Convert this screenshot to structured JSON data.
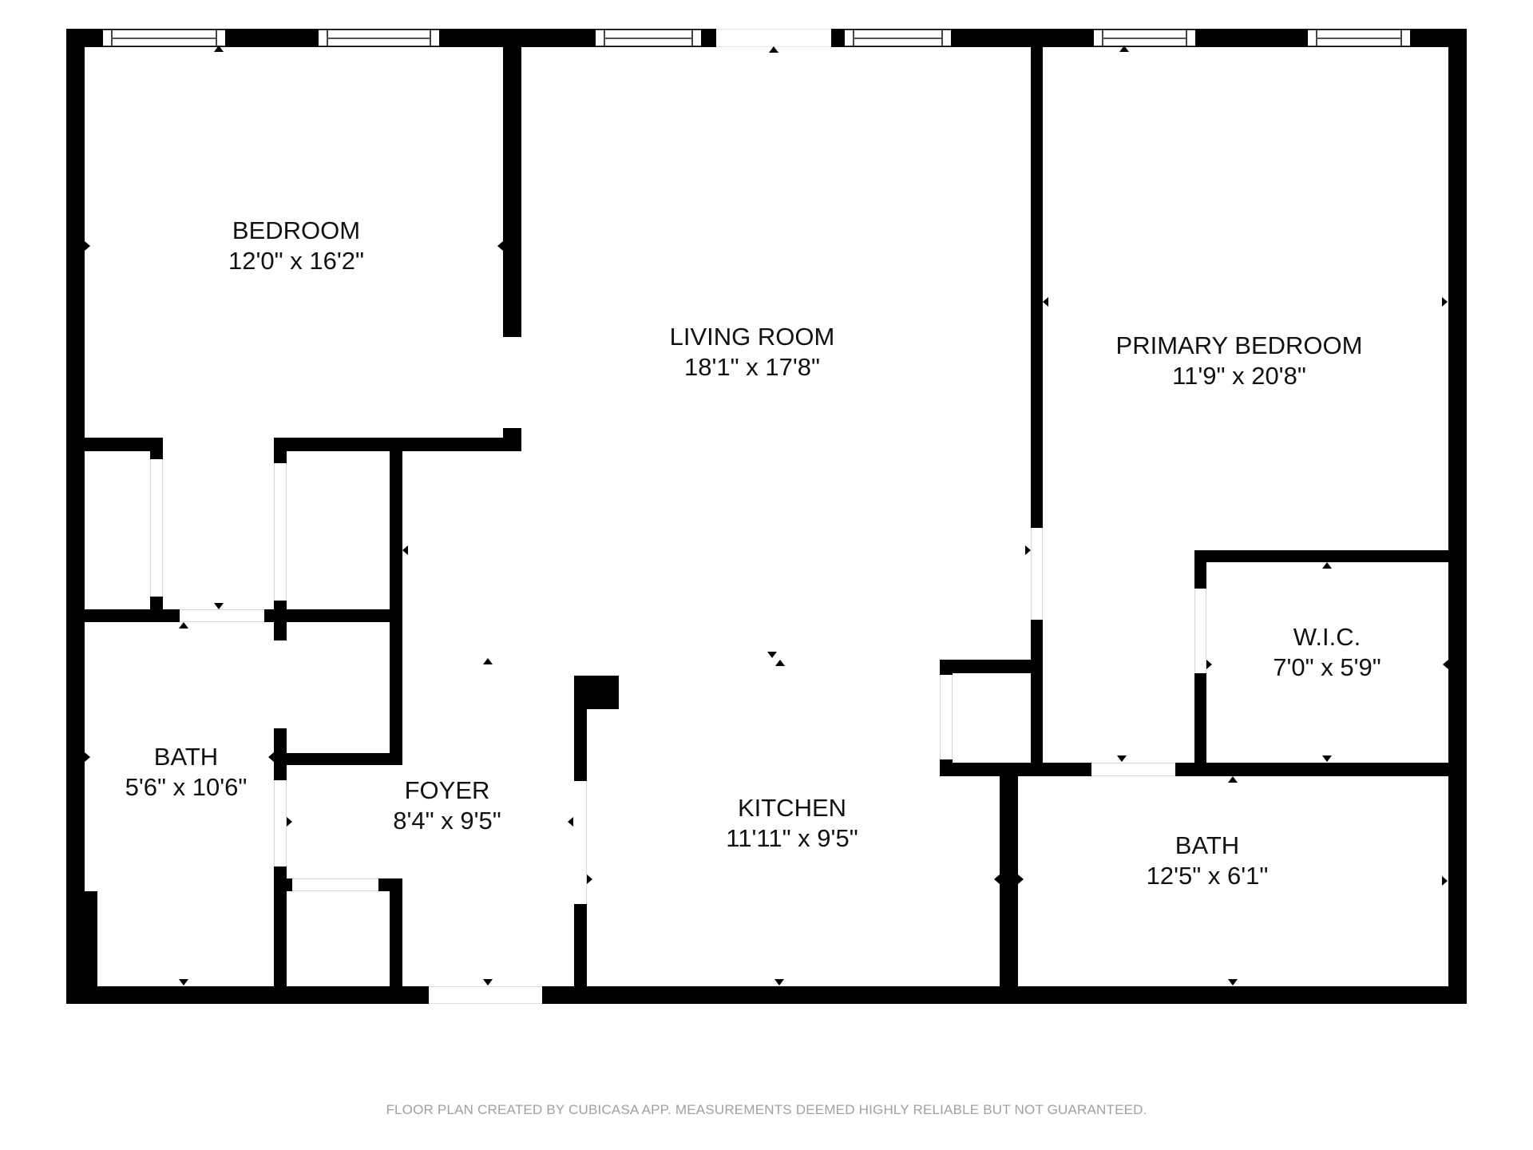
{
  "floor_plan": {
    "rooms": [
      {
        "name": "BEDROOM",
        "dimensions": "12'0\" x 16'2\""
      },
      {
        "name": "LIVING ROOM",
        "dimensions": "18'1\" x 17'8\""
      },
      {
        "name": "PRIMARY BEDROOM",
        "dimensions": "11'9\" x 20'8\""
      },
      {
        "name": "W.I.C.",
        "dimensions": "7'0\" x 5'9\""
      },
      {
        "name": "BATH",
        "dimensions": "5'6\" x 10'6\""
      },
      {
        "name": "FOYER",
        "dimensions": "8'4\" x 9'5\""
      },
      {
        "name": "KITCHEN",
        "dimensions": "11'11\" x 9'5\""
      },
      {
        "name": "BATH",
        "dimensions": "12'5\" x 6'1\""
      }
    ],
    "colors": {
      "wall": "#000000",
      "background": "#ffffff",
      "label": "#111111",
      "footer": "#a0a0a0"
    }
  },
  "footer": {
    "disclaimer": "FLOOR PLAN CREATED BY CUBICASA APP. MEASUREMENTS DEEMED HIGHLY RELIABLE BUT NOT GUARANTEED."
  }
}
